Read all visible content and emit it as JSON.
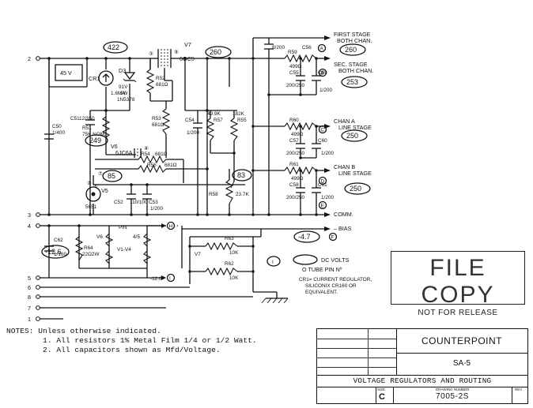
{
  "tubes": {
    "v7": {
      "ref": "V7",
      "type": "6GC5"
    },
    "v6": {
      "ref": "V6",
      "type": "6JC6A"
    },
    "v5": {
      "ref": "V5",
      "type": "5651"
    }
  },
  "regulator_box": {
    "label": "45 V"
  },
  "components": {
    "cr1": {
      "ref": "CR1",
      "note": "1.6MA"
    },
    "d3": {
      "ref": "D3",
      "v": "91V",
      "w": "5W",
      "part": "1N5378"
    },
    "r52": {
      "ref": "R52",
      "pin": "⑧",
      "val": "681Ω"
    },
    "r53": {
      "ref": "R53",
      "val": "681Ω"
    },
    "r51": {
      "ref": "R51",
      "val": "75K NOM."
    },
    "c50": {
      "ref": "C50",
      "val": "1/400"
    },
    "c51": {
      "ref": "C51",
      "val": "12/350"
    },
    "r54": {
      "ref": "R54",
      "val": "681Ω"
    },
    "r56": {
      "ref": "R56",
      "val": "681Ω"
    },
    "c52": {
      "ref": "C52",
      "val": "110/100"
    },
    "c53": {
      "ref": "C53",
      "val": "1/200"
    },
    "c54": {
      "ref": "C54",
      "val": "1/200"
    },
    "r57": {
      "ref": "R57",
      "val": "49.9K"
    },
    "r55": {
      "ref": "R55",
      "val": "182K"
    },
    "r58": {
      "ref": "R58",
      "val": "23.7K"
    },
    "c56": {
      "ref": "C56",
      "val": "8/200"
    },
    "r59": {
      "ref": "R59",
      "val": "499Ω"
    },
    "c55": {
      "ref": "C55",
      "val": "200/250"
    },
    "c59": {
      "ref": "C59",
      "val": "1/200"
    },
    "r60": {
      "ref": "R60",
      "val": "499Ω"
    },
    "c57": {
      "ref": "C57",
      "val": "200/250"
    },
    "c60": {
      "ref": "C60",
      "val": "1/200"
    },
    "r61": {
      "ref": "R61",
      "val": "499Ω"
    },
    "c58": {
      "ref": "C58",
      "val": "200/250"
    },
    "c61": {
      "ref": "C61",
      "val": "1/200"
    },
    "c62": {
      "ref": "C62",
      "val": "1/160"
    },
    "r64": {
      "ref": "R64",
      "val": "22Ω2W"
    },
    "r63": {
      "ref": "R63",
      "val": "10K"
    },
    "r62": {
      "ref": "R62",
      "val": "10K"
    },
    "pin": {
      "ref": "PIN",
      "pins": "4/5"
    }
  },
  "heater_tubes": {
    "v6": "V6",
    "v1v4": "V1-V4",
    "v7": "V7"
  },
  "pins": {
    "p3": "③",
    "p9": "⑨",
    "p8": "⑧",
    "p1": "①",
    "p7": "⑦",
    "p5": "⑤"
  },
  "voltages": {
    "v422": "422",
    "v260": "260",
    "v260b": "260",
    "v253": "253",
    "v250a": "250",
    "v250b": "250",
    "v249": "249",
    "v85": "85",
    "v83": "83",
    "vneg47": "-4.7",
    "vneg126": "-12.6",
    "vneg126b": "-12.6"
  },
  "outputs": {
    "first": {
      "line1": "FIRST STAGE",
      "line2": "BOTH CHAN.",
      "letter": "A"
    },
    "sec": {
      "line1": "SEC. STAGE",
      "line2": "BOTH CHAN.",
      "letter": "B"
    },
    "chana": {
      "line1": "CHAN A",
      "line2": "LINE STAGE",
      "letter": "C"
    },
    "chanb": {
      "line1": "CHAN B",
      "line2": "LINE STAGE",
      "letter": "D"
    },
    "comm": {
      "label": "COMM.",
      "letter": "E"
    },
    "bias": {
      "label": "– BIAS",
      "letter": "F"
    },
    "heater_h": {
      "letter": "H"
    },
    "heater_i": {
      "letter": "I"
    }
  },
  "terminals": [
    "2",
    "3",
    "4",
    "5",
    "6",
    "8",
    "7",
    "1"
  ],
  "legend": {
    "dc_volts": "DC VOLTS",
    "tube_pin": "O TUBE PIN Nº",
    "cr1_note": [
      "CR1= CURRENT REGULATOR,",
      "SILICONIX CR160 OR",
      "EQUIVALENT."
    ],
    "symbol": "I"
  },
  "stamp": {
    "main": "FILE COPY",
    "sub": "NOT FOR RELEASE"
  },
  "notes": {
    "heading": "NOTES: Unless otherwise indicated.",
    "items": [
      "        1. All resistors 1% Metal Film 1/4 or 1/2 Watt.",
      "        2. All capacitors shown as Mfd/Voltage."
    ]
  },
  "title_block": {
    "company": "COUNTERPOINT",
    "model": "SA-5",
    "title": "VOLTAGE REGULATORS AND ROUTING",
    "size_label": "SIZE",
    "size": "C",
    "dwg_label": "DRAWING NUMBER",
    "drawing_number": "7005-2S",
    "rev_label": "REV"
  }
}
